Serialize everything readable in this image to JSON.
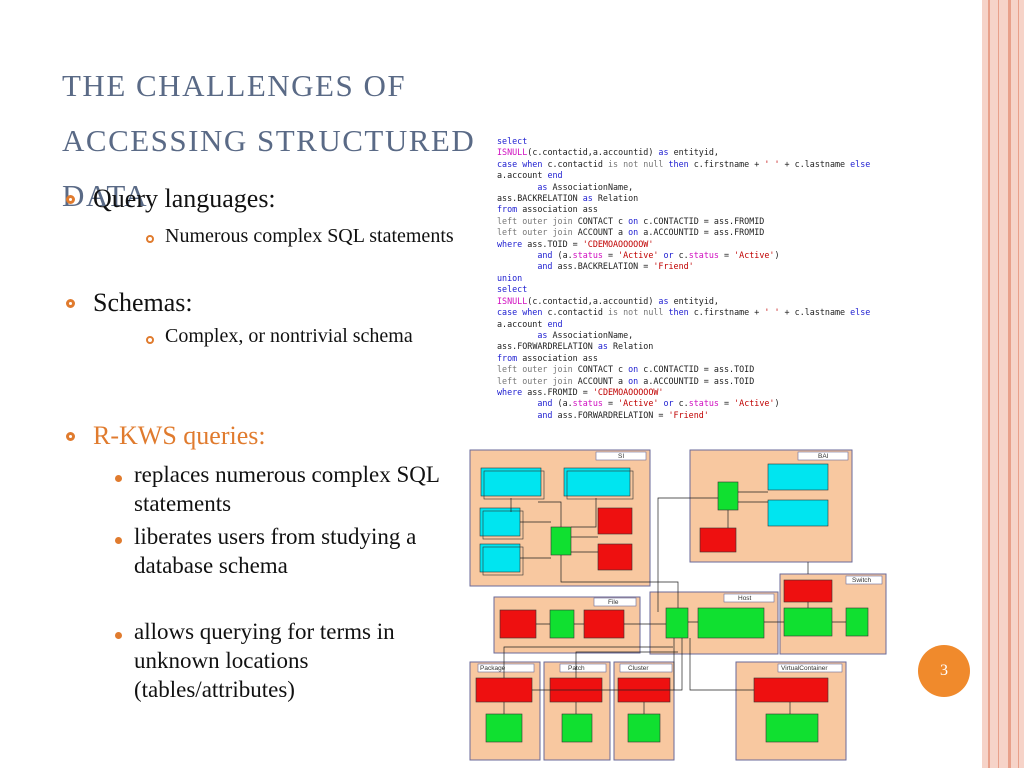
{
  "slide": {
    "title": "THE CHALLENGES OF ACCESSING STRUCTURED DATA",
    "page_number": "3"
  },
  "bullets": {
    "query_languages": "Query languages:",
    "query_sub": "Numerous complex  SQL statements",
    "schemas": "Schemas:",
    "schemas_sub": "Complex, or nontrivial schema",
    "rkws": "R-KWS queries:",
    "rkws_items": [
      "replaces numerous complex SQL statements",
      "liberates users from studying a database schema",
      "allows querying for terms in unknown locations (tables/attributes)"
    ]
  },
  "sql_code": [
    "select",
    "ISNULL(c.contactid,a.accountid) as entityid,",
    "case when c.contactid is not null then c.firstname + ' ' + c.lastname else",
    "a.account end",
    "        as AssociationName,",
    "ass.BACKRELATION as Relation",
    "from association ass",
    "left outer join CONTACT c on c.CONTACTID = ass.FROMID",
    "left outer join ACCOUNT a on a.ACCOUNTID = ass.FROMID",
    "where ass.TOID = 'CDEMOAOOOOOW'",
    "        and (a.status = 'Active' or c.status = 'Active')",
    "        and ass.BACKRELATION = 'Friend'",
    "union",
    "select",
    "ISNULL(c.contactid,a.accountid) as entityid,",
    "case when c.contactid is not null then c.firstname + ' ' + c.lastname else",
    "a.account end",
    "        as AssociationName,",
    "ass.FORWARDRELATION as Relation",
    "from association ass",
    "left outer join CONTACT c on c.CONTACTID = ass.TOID",
    "left outer join ACCOUNT a on a.ACCOUNTID = ass.TOID",
    "where ass.FROMID = 'CDEMOAOOOOOW'",
    "        and (a.status = 'Active' or c.status = 'Active')",
    "        and ass.FORWARDRELATION = 'Friend'"
  ],
  "diagram": {
    "groups": [
      "SI",
      "BAI",
      "Switch",
      "File",
      "Host",
      "Package",
      "Patch",
      "Cluster",
      "VirtualContainer"
    ],
    "colors": {
      "cyan": "#00e5f0",
      "green": "#10e030",
      "red": "#ee1010",
      "panel": "#f8c8a0"
    }
  }
}
